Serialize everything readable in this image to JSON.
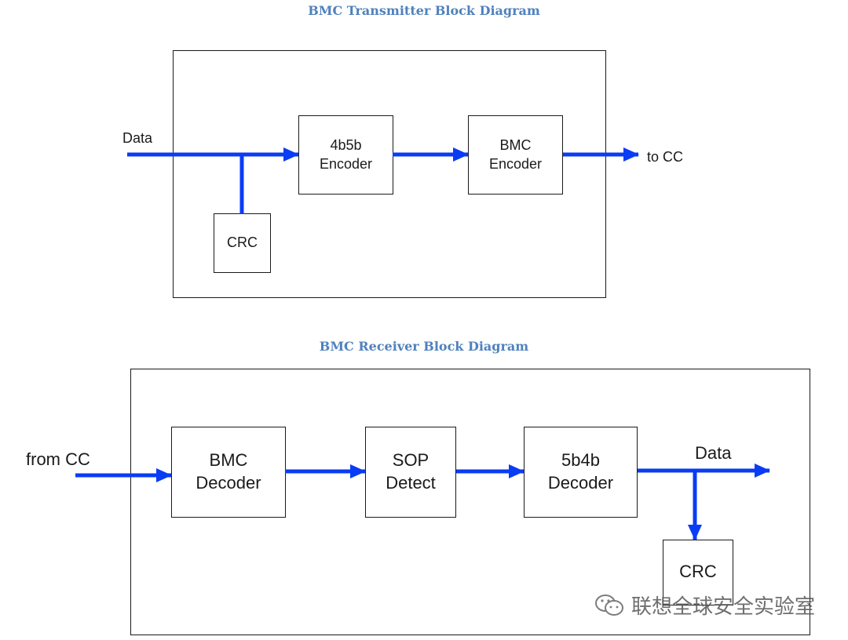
{
  "transmitter": {
    "title": "BMC Transmitter Block Diagram",
    "input_label": "Data",
    "output_label": "to CC",
    "blocks": {
      "encoder_4b5b": [
        "4b5b",
        "Encoder"
      ],
      "bmc_encoder": [
        "BMC",
        "Encoder"
      ],
      "crc": "CRC"
    }
  },
  "receiver": {
    "title": "BMC Receiver Block Diagram",
    "input_label": "from CC",
    "output_label": "Data",
    "blocks": {
      "bmc_decoder": [
        "BMC",
        "Decoder"
      ],
      "sop_detect": [
        "SOP",
        "Detect"
      ],
      "decoder_5b4b": [
        "5b4b",
        "Decoder"
      ],
      "crc": "CRC"
    }
  },
  "watermark": {
    "text": "联想全球安全实验室",
    "icon": "wechat-icon"
  },
  "colors": {
    "title": "#4f81bd",
    "arrow": "#0a3cf5",
    "border": "#1a1a1a"
  }
}
